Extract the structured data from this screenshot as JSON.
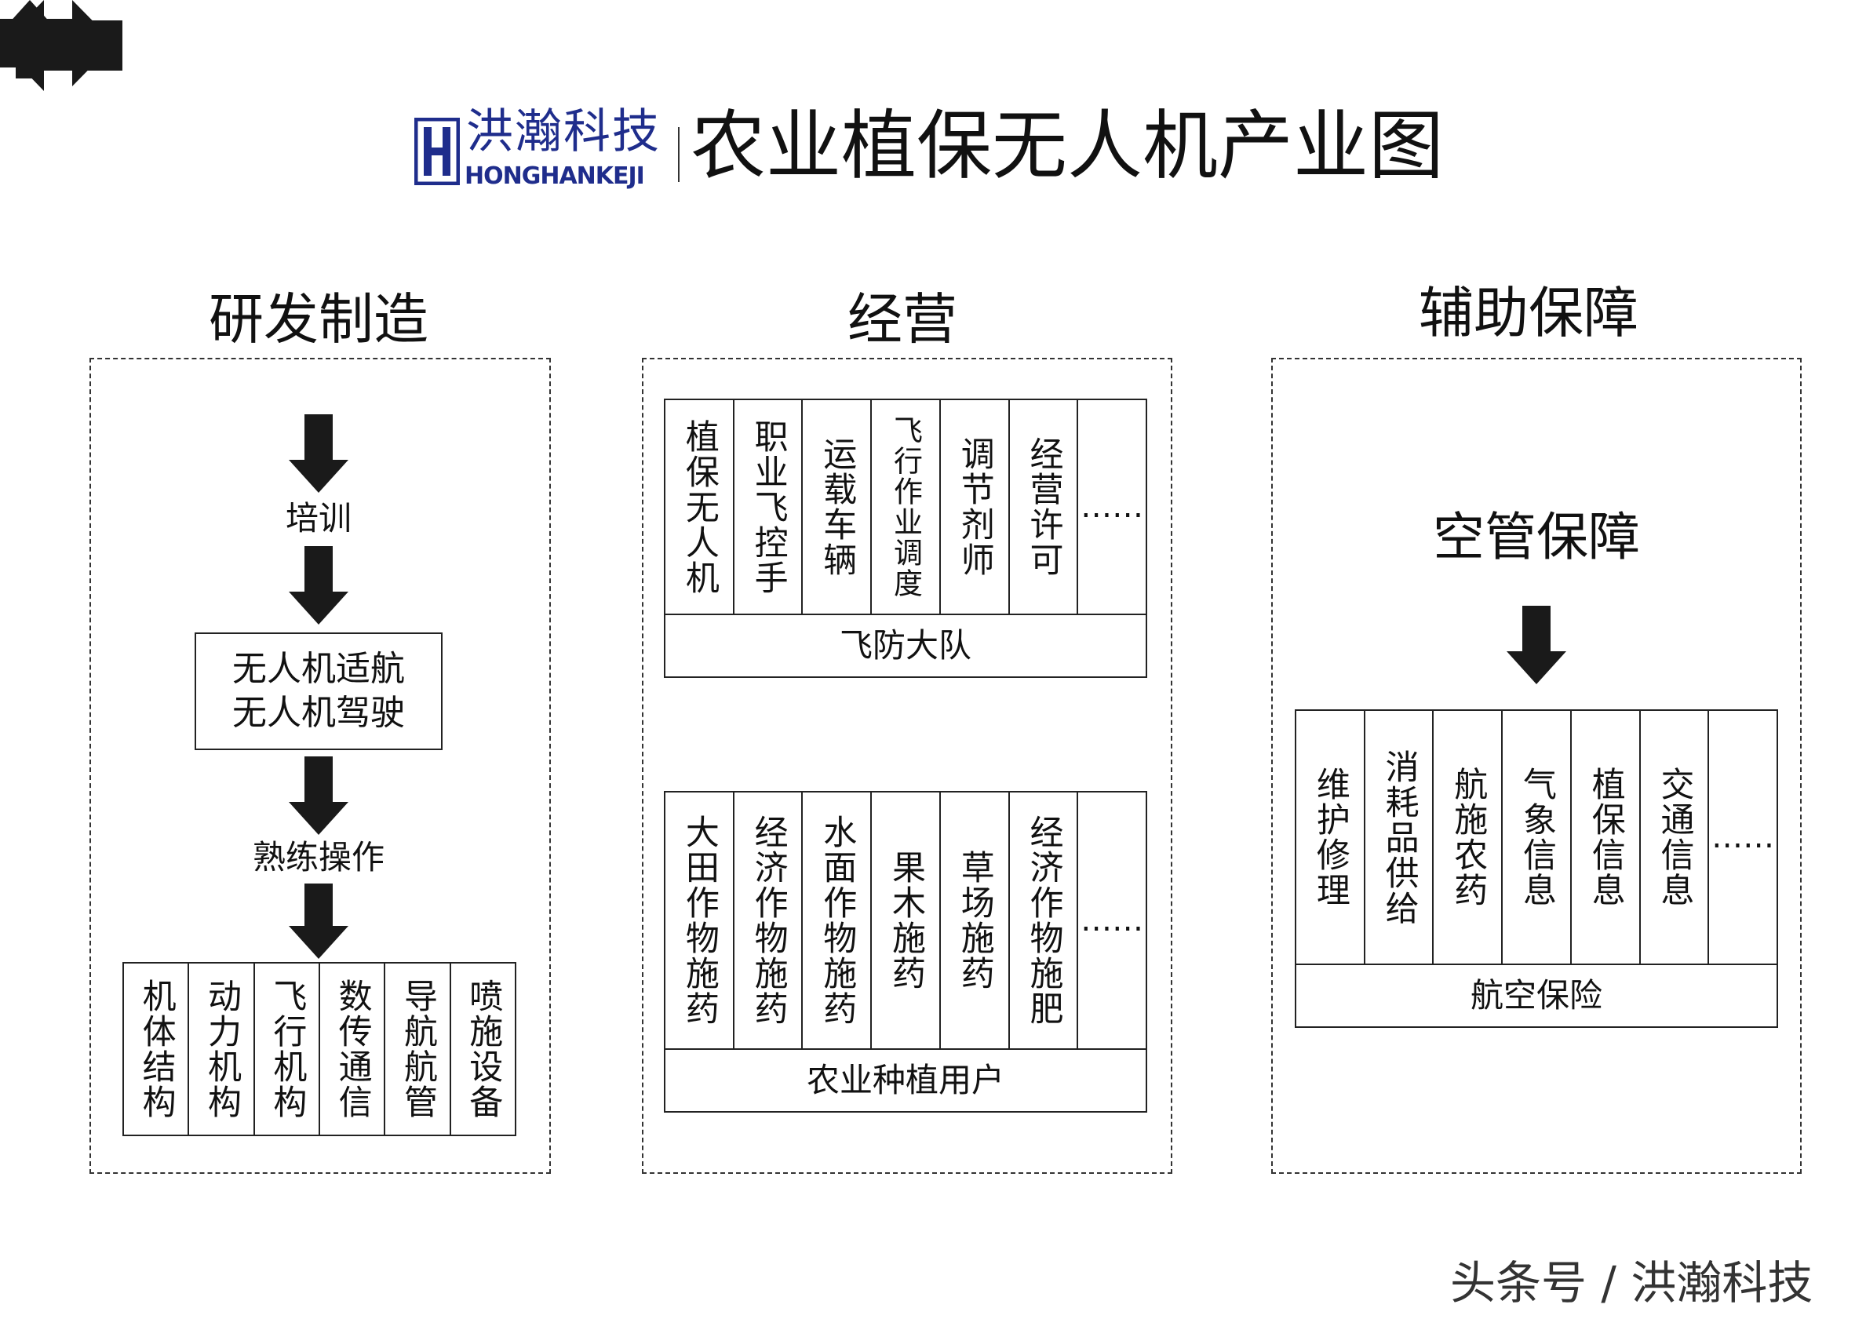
{
  "header": {
    "logo_cn": "洪瀚科技",
    "logo_en": "HONGHANKEJI",
    "title": "农业植保无人机产业图"
  },
  "sections": {
    "rd": {
      "title": "研发制造",
      "steps": [
        "培训",
        "熟练操作"
      ],
      "certification": [
        "无人机适航",
        "无人机驾驶"
      ],
      "components": [
        "机体结构",
        "动力机构",
        "飞行机构",
        "数传通信",
        "导航航管",
        "喷施设备"
      ]
    },
    "ops": {
      "title": "经营",
      "top_grid": {
        "columns": [
          "植保无人机",
          "职业飞控手",
          "运载车辆",
          "飞行作业调度",
          "调节剂师",
          "经营许可",
          "……"
        ],
        "footer": "飞防大队"
      },
      "bottom_grid": {
        "columns": [
          "大田作物施药",
          "经济作物施药",
          "水面作物施药",
          "果木施药",
          "草场施药",
          "经济作物施肥",
          "……"
        ],
        "footer": "农业种植用户"
      }
    },
    "support": {
      "title": "辅助保障",
      "atc": "空管保障",
      "grid": {
        "columns": [
          "维护修理",
          "消耗品供给",
          "航施农药",
          "气象信息",
          "植保信息",
          "交通信息",
          "……"
        ],
        "footer": "航空保险"
      }
    }
  },
  "watermark": "头条号 / 洪瀚科技",
  "colors": {
    "logo": "#1f2d8c",
    "arrow": "#1a1a1a",
    "border": "#222222"
  }
}
